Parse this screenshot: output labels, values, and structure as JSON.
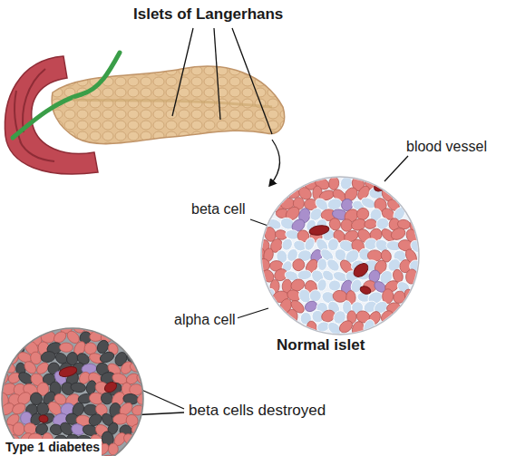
{
  "diagram": {
    "labels": [
      "Islets of Langerhans",
      "blood vessel",
      "beta cell",
      "alpha cell",
      "Normal islet",
      "beta cells destroyed",
      "Type 1 diabetes"
    ]
  }
}
